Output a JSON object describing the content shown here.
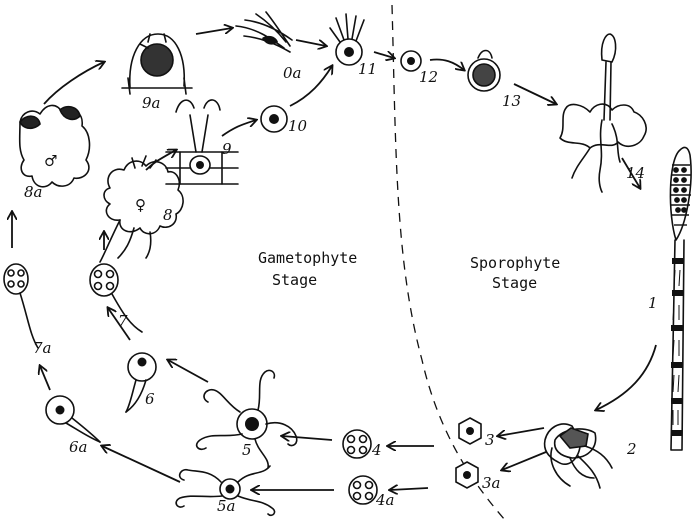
{
  "labels": {
    "l0a": "0a",
    "l11": "11",
    "l12": "12",
    "l13": "13",
    "l14": "14",
    "l9a": "9a",
    "l9": "9",
    "l10": "10",
    "l8a": "8a",
    "l8": "8",
    "l7": "7",
    "l7a": "7a",
    "l6": "6",
    "l6a": "6a",
    "l5": "5",
    "l5a": "5a",
    "l4": "4",
    "l4a": "4a",
    "l3": "3",
    "l3a": "3a",
    "l2": "2",
    "l1": "1",
    "male_symbol": "♂",
    "female_symbol": "♀"
  },
  "stages": {
    "gametophyte_line1": "Gametophyte",
    "gametophyte_line2": "Stage",
    "sporophyte_line1": "Sporophyte",
    "sporophyte_line2": "Stage"
  }
}
